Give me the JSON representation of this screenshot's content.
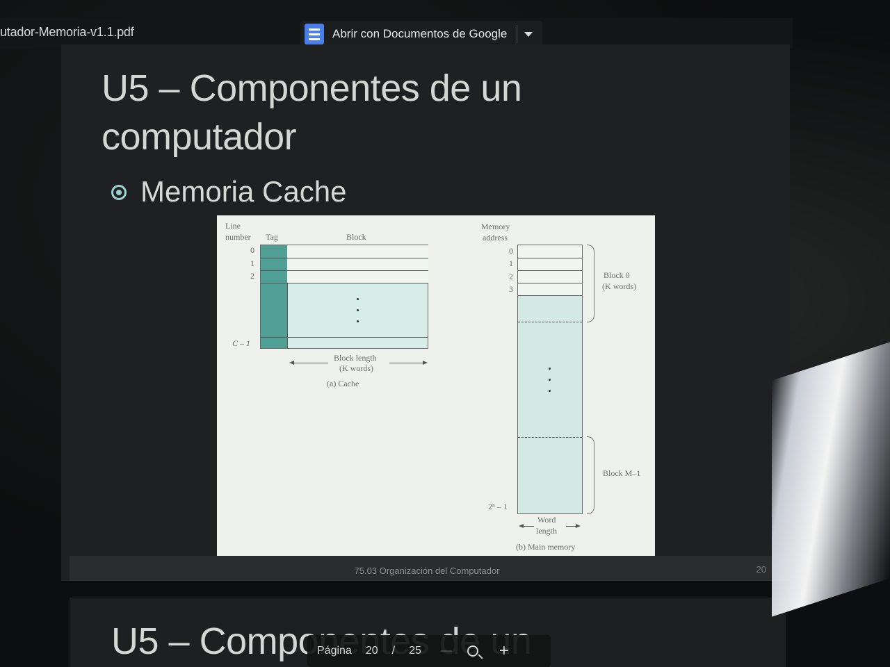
{
  "toolbar": {
    "filename": "utador-Memoria-v1.1.pdf",
    "open_with_label": "Abrir con Documentos de Google"
  },
  "slide": {
    "title_line1": "U5 – Componentes de un",
    "title_line2": "computador",
    "bullet": "Memoria Cache",
    "footer": "75.03 Organización del Computador",
    "page_number": "20"
  },
  "figure": {
    "cache_header_line": "Line",
    "cache_header_number": "number",
    "cache_header_tag": "Tag",
    "cache_header_block": "Block",
    "cache_rows": [
      "0",
      "1",
      "2"
    ],
    "cache_last_row": "C – 1",
    "block_length": "Block length",
    "block_length_unit": "(K words)",
    "cache_caption": "(a) Cache",
    "mem_header_memory": "Memory",
    "mem_header_address": "address",
    "mem_rows": [
      "0",
      "1",
      "2",
      "3"
    ],
    "mem_last_row": "2ⁿ – 1",
    "block0": "Block 0",
    "block0_unit": "(K words)",
    "blockM": "Block M–1",
    "word_length_1": "Word",
    "word_length_2": "length",
    "mem_caption": "(b) Main memory"
  },
  "next_slide": {
    "title": "U5 – Componentes de un"
  },
  "pdf_controls": {
    "page_label": "Página",
    "current_page": "20",
    "separator": "/",
    "total_pages": "25",
    "zoom_out": "—",
    "zoom_in": "+"
  },
  "colors": {
    "tag_fill": "#4f9f95",
    "cell_fill": "#d8ece8",
    "docs_blue": "#4a7ee8",
    "bullet": "#9bd2d2"
  }
}
